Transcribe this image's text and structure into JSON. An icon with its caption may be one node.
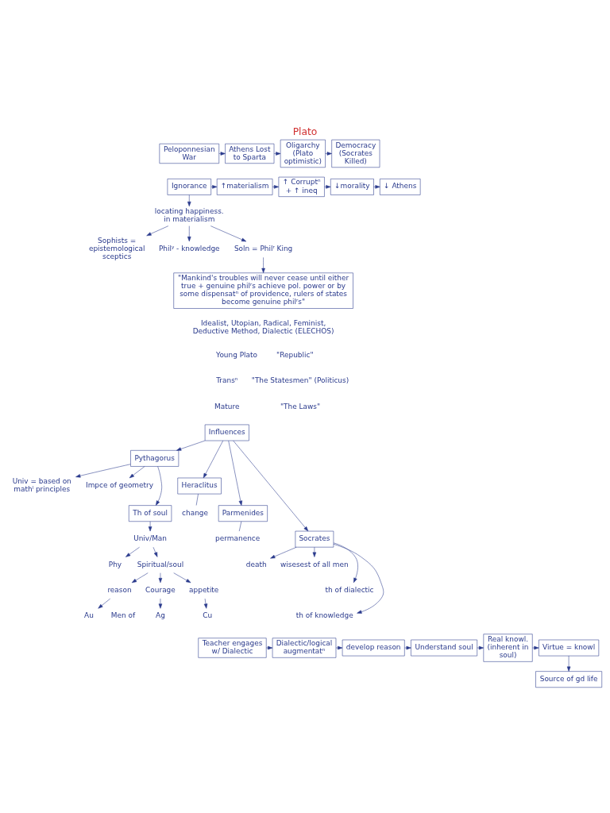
{
  "diagram": {
    "title": "Plato",
    "nodes": [
      {
        "text": [
          "Peloponnesian War"
        ]
      },
      {
        "text": [
          "Athens Lost to Sparta"
        ]
      },
      {
        "text": [
          "Oligarchy (Plato optimistic)"
        ]
      },
      {
        "text": [
          "Democracy (Socrates Killed)"
        ]
      },
      {
        "text": [
          "Ignorance"
        ]
      },
      {
        "text": [
          "↑materialism"
        ]
      },
      {
        "text": [
          "↑ Corruptⁿ + ↑ ineq"
        ]
      },
      {
        "text": [
          "↓morality"
        ]
      },
      {
        "text": [
          "↓ Athens"
        ]
      },
      {
        "text": [
          "locating happiness. in materialism"
        ]
      },
      {
        "text": [
          "Sophists = epistemological sceptics"
        ]
      },
      {
        "text": [
          "Philʸ - knowledge"
        ]
      },
      {
        "text": [
          "Soln = Philʳ King"
        ]
      },
      {
        "text": [
          "\"Mankind's troubles will never cease until either true + genuine philʳs achieve pol. power or by some dispensatⁿ of providence, rulers of states become genuine philʳs\""
        ]
      },
      {
        "text": [
          "Influences"
        ]
      },
      {
        "text": [
          "Pythagorus"
        ]
      },
      {
        "text": [
          "Heraclitus"
        ]
      },
      {
        "text": [
          "Parmenides"
        ]
      },
      {
        "text": [
          "Socrates"
        ]
      },
      {
        "text": [
          "Univ = based on mathˡ principles"
        ]
      },
      {
        "text": [
          "Impce of geometry"
        ]
      },
      {
        "text": [
          "Th of soul"
        ]
      },
      {
        "text": [
          "Univ/Man"
        ]
      },
      {
        "text": [
          "Phy"
        ]
      },
      {
        "text": [
          "Spiritual/soul"
        ]
      },
      {
        "text": [
          "reason"
        ]
      },
      {
        "text": [
          "Courage"
        ]
      },
      {
        "text": [
          "appetite"
        ]
      },
      {
        "text": [
          "Au"
        ]
      },
      {
        "text": [
          "Ag"
        ]
      },
      {
        "text": [
          "Cu"
        ]
      },
      {
        "text": [
          "change"
        ]
      },
      {
        "text": [
          "permanence"
        ]
      },
      {
        "text": [
          "death"
        ]
      },
      {
        "text": [
          "wisesest of all men"
        ]
      },
      {
        "text": [
          "th of dialectic"
        ]
      },
      {
        "text": [
          "th of knowledge"
        ]
      },
      {
        "text": [
          "Teacher engages w/ Dialectic"
        ]
      },
      {
        "text": [
          "Dialectic/logical augmentatⁿ"
        ]
      },
      {
        "text": [
          "develop reason"
        ]
      },
      {
        "text": [
          "Understand soul"
        ]
      },
      {
        "text": [
          "Real knowl. (inherent in soul)"
        ]
      },
      {
        "text": [
          "Virtue = knowl"
        ]
      },
      {
        "text": [
          "Source of gd life"
        ]
      }
    ],
    "edges": [
      {
        "from": 0,
        "to": 1,
        "arrow": "to"
      },
      {
        "from": 1,
        "to": 2,
        "arrow": "to"
      },
      {
        "from": 2,
        "to": 3,
        "arrow": "to"
      },
      {
        "from": 4,
        "to": 5,
        "arrow": "to"
      },
      {
        "from": 5,
        "to": 6,
        "arrow": "to"
      },
      {
        "from": 6,
        "to": 7,
        "arrow": "to"
      },
      {
        "from": 7,
        "to": 8,
        "arrow": "to"
      },
      {
        "from": 4,
        "to": 9,
        "arrow": "to"
      },
      {
        "from": 9,
        "to": 10,
        "arrow": "to"
      },
      {
        "from": 9,
        "to": 11,
        "arrow": "to"
      },
      {
        "from": 9,
        "to": 12,
        "arrow": "to"
      },
      {
        "from": 12,
        "to": 13,
        "arrow": "to"
      },
      {
        "from": 14,
        "to": 15,
        "arrow": "to"
      },
      {
        "from": 14,
        "to": 16,
        "arrow": "to"
      },
      {
        "from": 14,
        "to": 17,
        "arrow": "to"
      },
      {
        "from": 14,
        "to": 18,
        "arrow": "to"
      },
      {
        "from": 15,
        "to": 19,
        "arrow": "to"
      },
      {
        "from": 15,
        "to": 20,
        "arrow": "to"
      },
      {
        "from": 15,
        "to": 21,
        "arrow": "to"
      },
      {
        "from": 21,
        "to": 22,
        "arrow": "to"
      },
      {
        "from": 22,
        "to": 23,
        "arrow": "to"
      },
      {
        "from": 22,
        "to": 24,
        "arrow": "to"
      },
      {
        "from": 24,
        "to": 25,
        "arrow": "to"
      },
      {
        "from": 24,
        "to": 26,
        "arrow": "to"
      },
      {
        "from": 24,
        "to": 27,
        "arrow": "to"
      },
      {
        "from": 25,
        "to": 28,
        "arrow": "to"
      },
      {
        "from": 26,
        "to": 29,
        "arrow": "to"
      },
      {
        "from": 27,
        "to": 30,
        "arrow": "to"
      },
      {
        "from": 16,
        "to": 31,
        "arrow": "none"
      },
      {
        "from": 17,
        "to": 32,
        "arrow": "none"
      },
      {
        "from": 18,
        "to": 33,
        "arrow": "to"
      },
      {
        "from": 18,
        "to": 34,
        "arrow": "to"
      },
      {
        "from": 18,
        "to": 35,
        "arrow": "to"
      },
      {
        "from": 18,
        "to": 36,
        "arrow": "to"
      },
      {
        "from": 37,
        "to": 38,
        "arrow": "to"
      },
      {
        "from": 38,
        "to": 39,
        "arrow": "to"
      },
      {
        "from": 39,
        "to": 40,
        "arrow": "to"
      },
      {
        "from": 40,
        "to": 41,
        "arrow": "to"
      },
      {
        "from": 41,
        "to": 42,
        "arrow": "to"
      },
      {
        "from": 42,
        "to": 43,
        "arrow": "to"
      }
    ],
    "labels": [
      "Idealist, Utopian, Radical, Feminist, Deductive Method, Dialectic (ELECHOS)",
      "Young Plato",
      "\"Republic\"",
      "Transⁿ",
      "\"The Statesmen\" (Politicus)",
      "Mature",
      "\"The Laws\"",
      "Men of"
    ]
  }
}
